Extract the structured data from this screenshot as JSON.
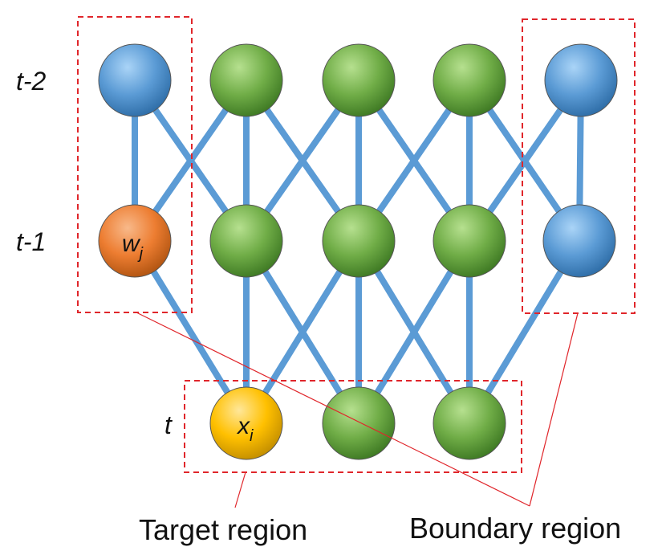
{
  "layers": {
    "t2": "t-2",
    "t1": "t-1",
    "t0": "t"
  },
  "nodes": {
    "w": {
      "main": "w",
      "sub": "j"
    },
    "x": {
      "main": "x",
      "sub": "i"
    }
  },
  "captions": {
    "target": "Target region",
    "boundary": "Boundary region"
  },
  "colors": {
    "edge": "#5b9bd5",
    "blue_node": "#5b9bd5",
    "green_node": "#70ad47",
    "orange_node": "#ed7d31",
    "yellow_node": "#ffc000",
    "region_box": "#e0262b",
    "pointer_line": "#e0262b"
  }
}
